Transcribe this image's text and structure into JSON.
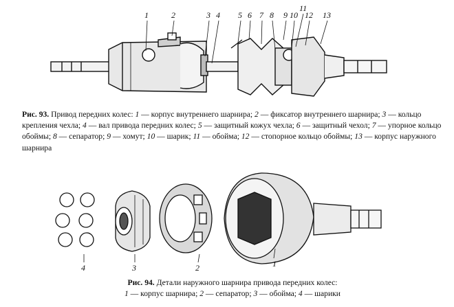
{
  "figure93": {
    "callouts": [
      "1",
      "2",
      "3",
      "4",
      "5",
      "6",
      "7",
      "8",
      "9",
      "10",
      "11",
      "12",
      "13"
    ],
    "caption": {
      "label": "Рис. 93.",
      "title": "Привод передних колес:",
      "parts": [
        {
          "n": "1",
          "text": "корпус внутреннего шарнира;"
        },
        {
          "n": "2",
          "text": "фиксатор внутреннего шарнира;"
        },
        {
          "n": "3",
          "text": "кольцо крепления чехла;"
        },
        {
          "n": "4",
          "text": "вал привода передних колес;"
        },
        {
          "n": "5",
          "text": "защитный кожух чехла;"
        },
        {
          "n": "6",
          "text": "защитный чехол;"
        },
        {
          "n": "7",
          "text": "упорное кольцо обоймы;"
        },
        {
          "n": "8",
          "text": "сепаратор;"
        },
        {
          "n": "9",
          "text": "хомут;"
        },
        {
          "n": "10",
          "text": "шарик;"
        },
        {
          "n": "11",
          "text": "обойма;"
        },
        {
          "n": "12",
          "text": "стопорное кольцо обоймы;"
        },
        {
          "n": "13",
          "text": "корпус наружного шарнира"
        }
      ]
    }
  },
  "figure94": {
    "callouts": [
      "4",
      "3",
      "2",
      "1"
    ],
    "caption": {
      "label": "Рис. 94.",
      "title": "Детали наружного шарнира привода передних колес:",
      "parts": [
        {
          "n": "1",
          "text": "корпус шарнира;"
        },
        {
          "n": "2",
          "text": "сепаратор;"
        },
        {
          "n": "3",
          "text": "обойма;"
        },
        {
          "n": "4",
          "text": "шарики"
        }
      ]
    }
  }
}
